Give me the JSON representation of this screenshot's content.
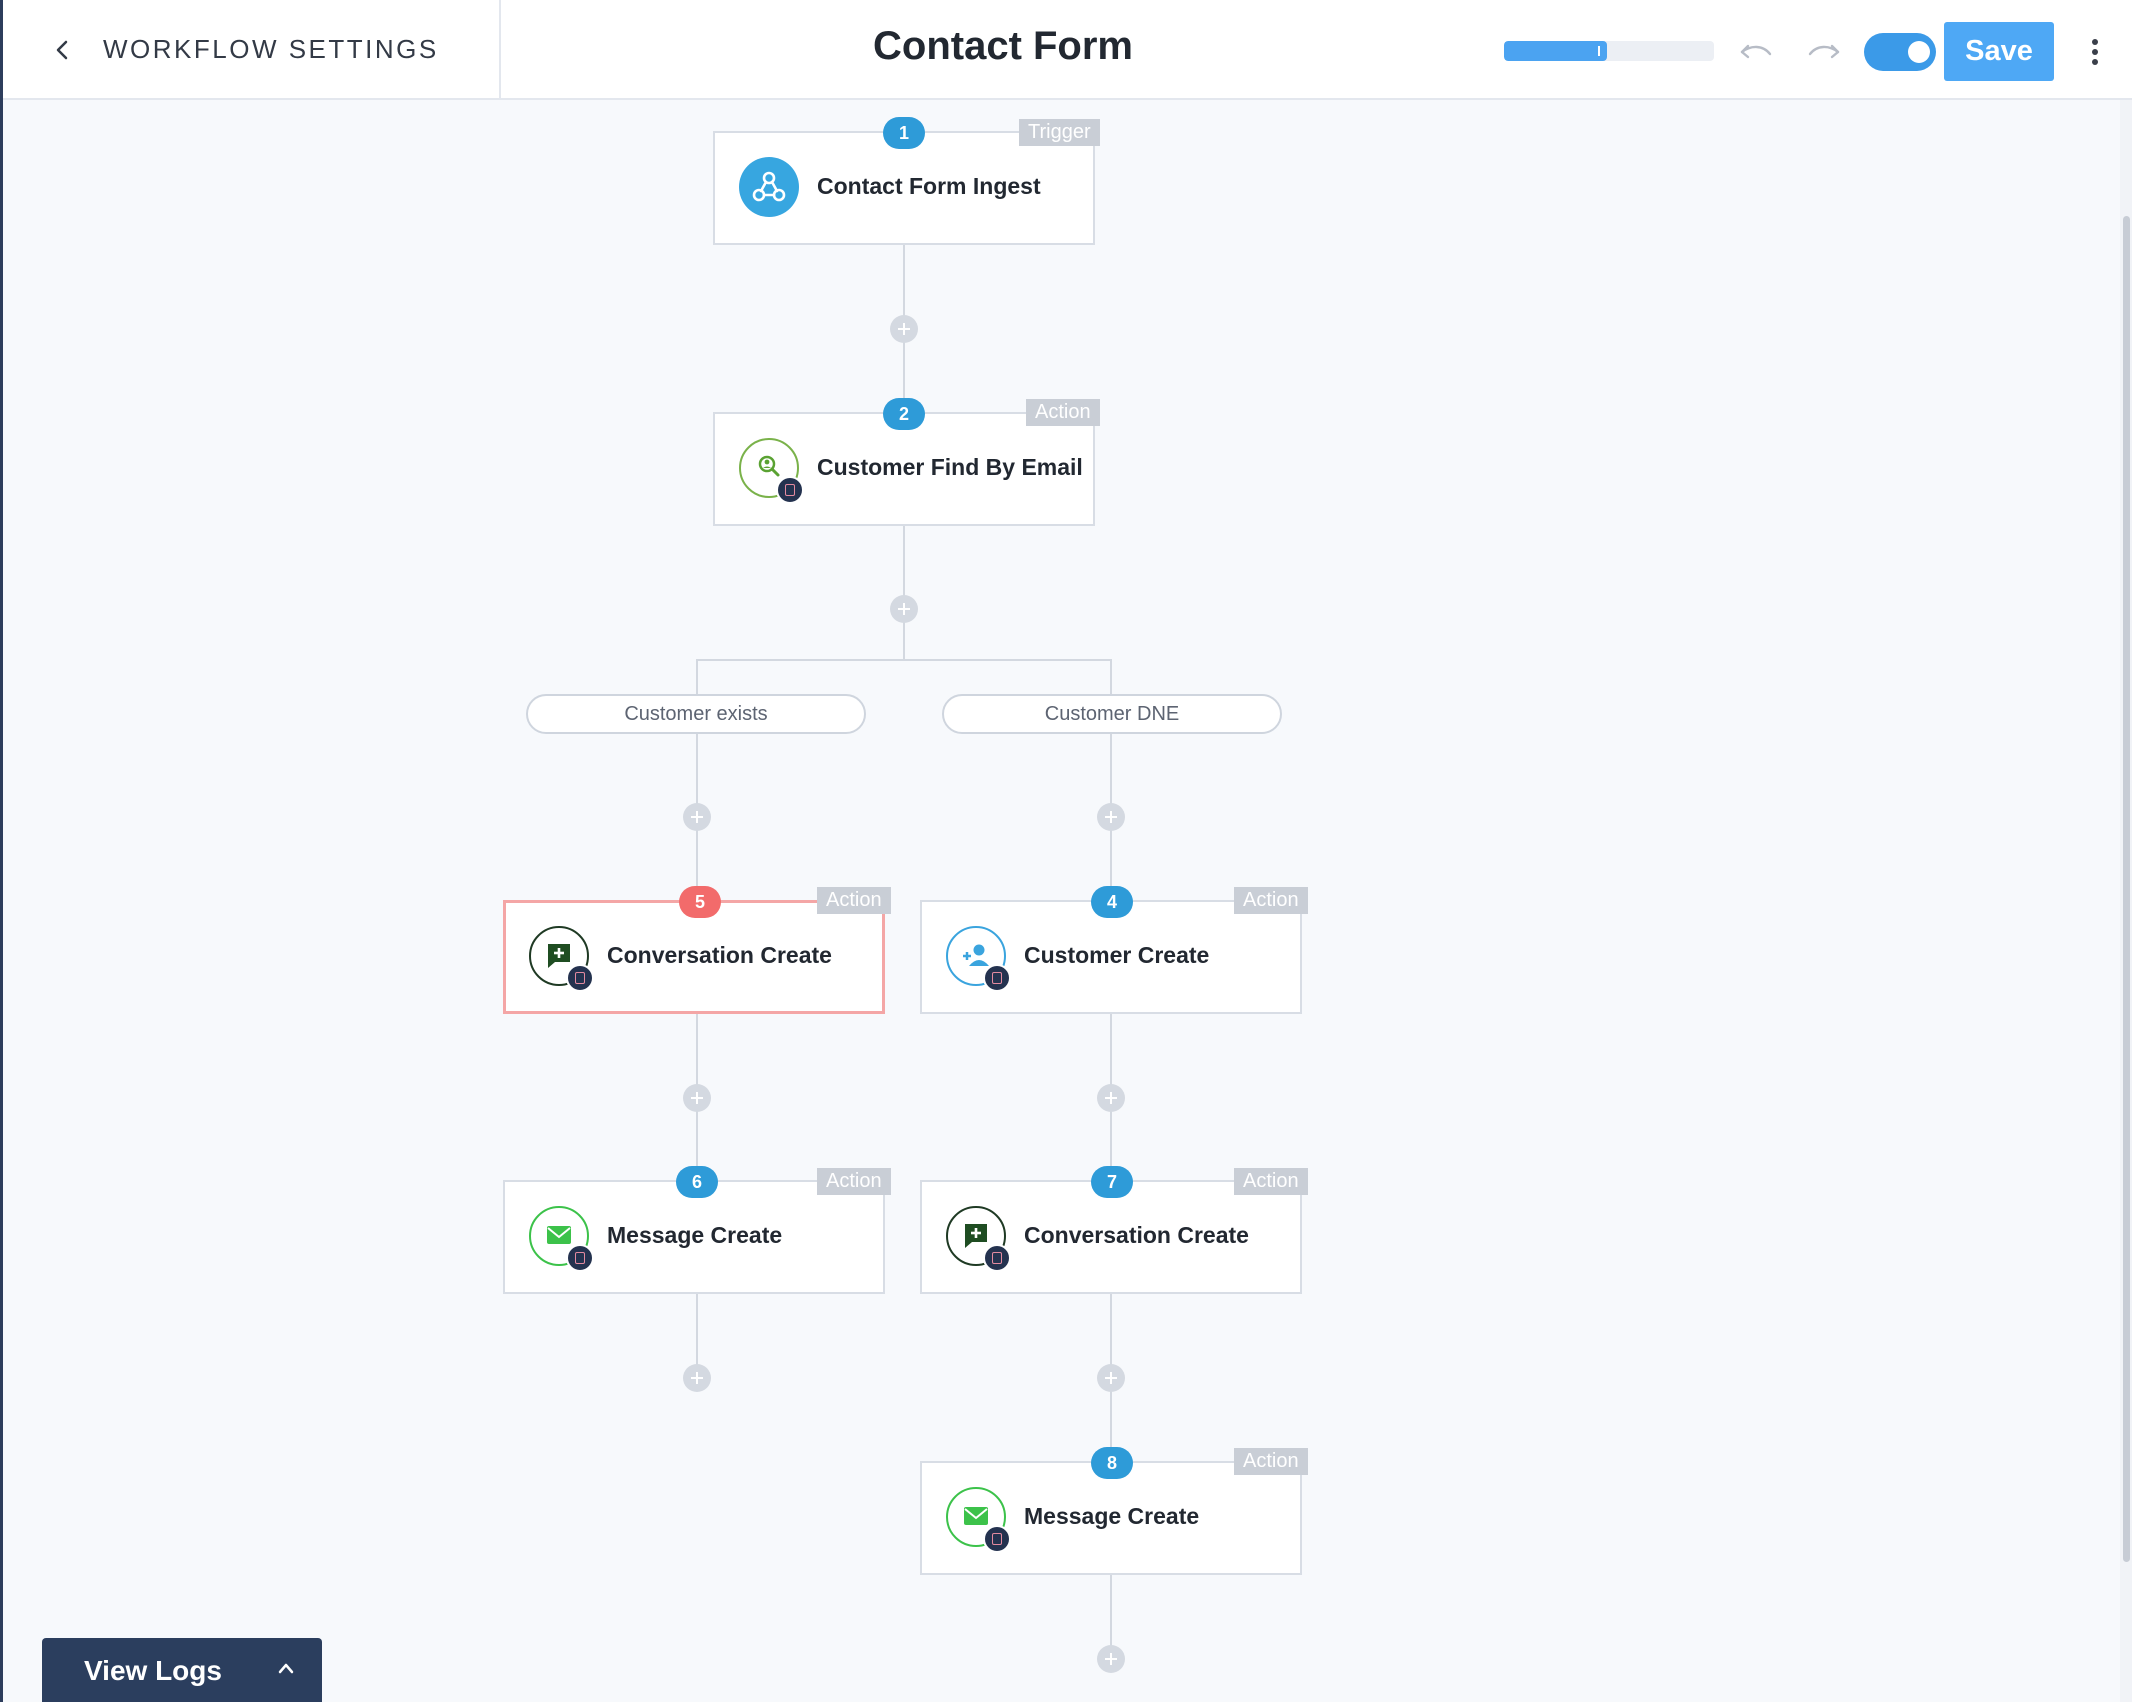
{
  "header": {
    "back_label": "WORKFLOW SETTINGS",
    "title": "Contact Form",
    "progress_percent": 49,
    "save_label": "Save",
    "toggle_on": true
  },
  "colors": {
    "accent": "#4ea8f5",
    "step_badge": "#2e9bd8",
    "selected_badge": "#f26b6b",
    "type_tag": "#c9ced6",
    "footer": "#2b3e5e"
  },
  "steps": [
    {
      "num": "1",
      "type": "Trigger",
      "label": "Contact Form Ingest",
      "icon": "webhook-icon",
      "selected": false
    },
    {
      "num": "2",
      "type": "Action",
      "label": "Customer Find By Email",
      "icon": "customer-search-icon",
      "selected": false
    },
    {
      "num": "5",
      "type": "Action",
      "label": "Conversation Create",
      "icon": "chat-add-icon",
      "selected": true
    },
    {
      "num": "4",
      "type": "Action",
      "label": "Customer Create",
      "icon": "add-user-icon",
      "selected": false
    },
    {
      "num": "6",
      "type": "Action",
      "label": "Message Create",
      "icon": "envelope-icon",
      "selected": false
    },
    {
      "num": "7",
      "type": "Action",
      "label": "Conversation Create",
      "icon": "chat-add-icon",
      "selected": false
    },
    {
      "num": "8",
      "type": "Action",
      "label": "Message Create",
      "icon": "envelope-icon",
      "selected": false
    }
  ],
  "branches": [
    {
      "label": "Customer exists"
    },
    {
      "label": "Customer DNE"
    }
  ],
  "footer": {
    "view_logs_label": "View Logs"
  }
}
